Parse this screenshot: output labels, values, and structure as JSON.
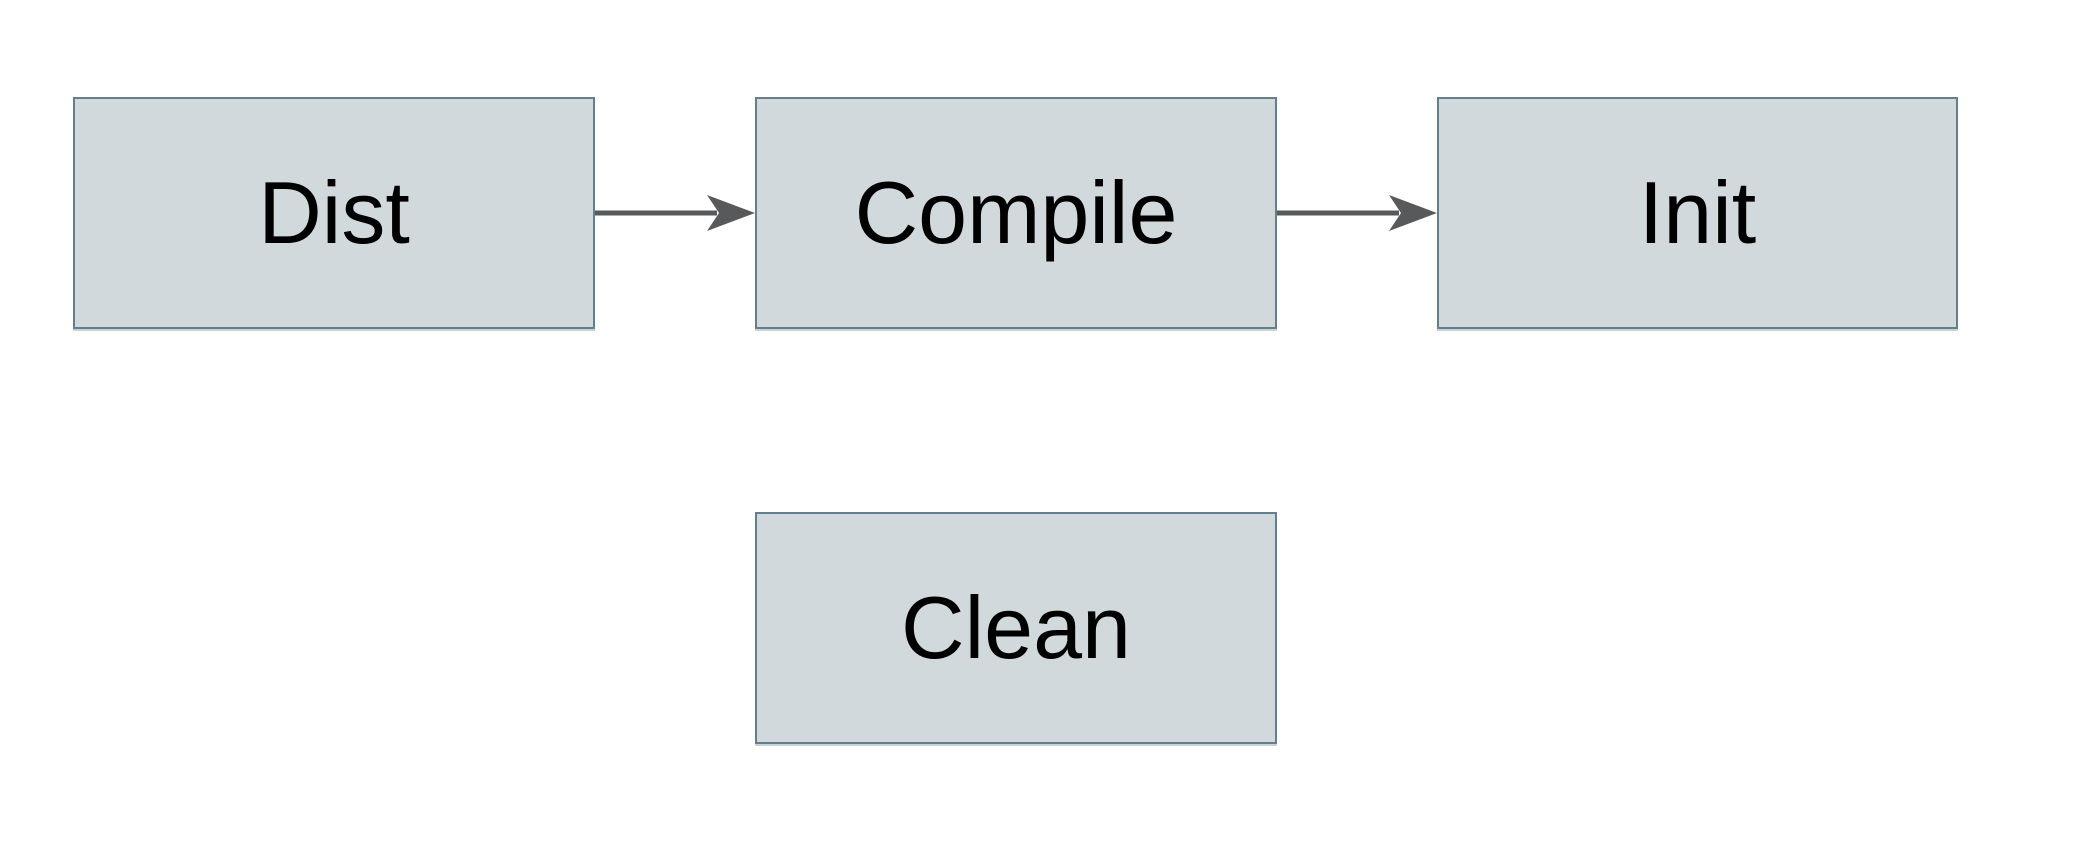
{
  "diagram": {
    "type": "flowchart",
    "background_color": "#ffffff",
    "node_fill_color": "#d2d9dc",
    "node_border_color": "#647e8c",
    "arrow_color": "#58595b",
    "text_color": "#000000"
  },
  "nodes": [
    {
      "id": "dist",
      "label": "Dist"
    },
    {
      "id": "compile",
      "label": "Compile"
    },
    {
      "id": "init",
      "label": "Init"
    },
    {
      "id": "clean",
      "label": "Clean"
    }
  ],
  "edges": [
    {
      "from": "Dist",
      "to": "Compile",
      "direction": "right"
    },
    {
      "from": "Compile",
      "to": "Init",
      "direction": "right"
    }
  ]
}
